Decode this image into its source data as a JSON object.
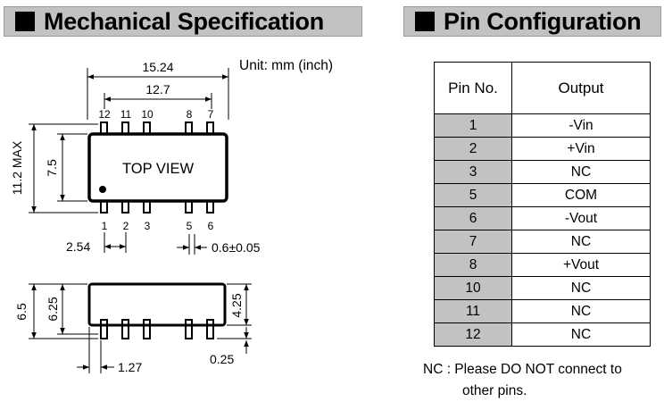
{
  "mechanical": {
    "title": "Mechanical Specification",
    "unit": "Unit: mm (inch)",
    "top_pins": [
      "12",
      "11",
      "10",
      "8",
      "7"
    ],
    "bottom_pins": [
      "1",
      "2",
      "3",
      "5",
      "6"
    ],
    "top_view_label": "TOP VIEW",
    "dims": {
      "width_overall": "15.24",
      "pin_span": "12.7",
      "height_max": "11.2 MAX",
      "body_height": "7.5",
      "pitch": "2.54",
      "pin_width": "0.6±0.05",
      "total_height": "6.5",
      "body_thickness": "6.25",
      "standoff_height": "4.25",
      "standoff": "0.25",
      "pin_offset": "1.27"
    }
  },
  "pin_config": {
    "title": "Pin Configuration",
    "headers": [
      "Pin No.",
      "Output"
    ],
    "rows": [
      {
        "pin": "1",
        "output": "-Vin"
      },
      {
        "pin": "2",
        "output": "+Vin"
      },
      {
        "pin": "3",
        "output": "NC"
      },
      {
        "pin": "5",
        "output": "COM"
      },
      {
        "pin": "6",
        "output": "-Vout"
      },
      {
        "pin": "7",
        "output": "NC"
      },
      {
        "pin": "8",
        "output": "+Vout"
      },
      {
        "pin": "10",
        "output": "NC"
      },
      {
        "pin": "11",
        "output": "NC"
      },
      {
        "pin": "12",
        "output": "NC"
      }
    ],
    "note_line1": "NC : Please DO NOT connect to",
    "note_line2": "other pins."
  }
}
